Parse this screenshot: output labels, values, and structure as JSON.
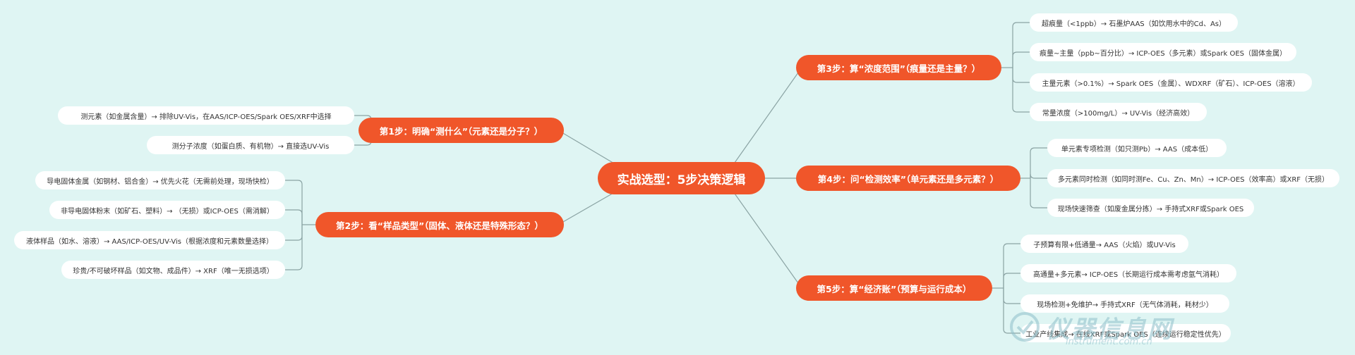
{
  "center": "实战选型：5步决策逻辑",
  "steps": [
    {
      "label": "第1步：明确“测什么”（元素还是分子？）",
      "leaves": [
        "测元素（如金属含量）→ 排除UV-Vis，在AAS/ICP-OES/Spark OES/XRF中选择",
        "测分子浓度（如蛋白质、有机物）→ 直接选UV-Vis"
      ]
    },
    {
      "label": "第2步：看“样品类型”（固体、液体还是特殊形态？）",
      "leaves": [
        "导电固体金属（如钢材、铝合金）→ 优先火花（无需前处理，现场快检）",
        "非导电固体粉末（如矿石、塑料）→ （无损）或ICP-OES（需消解）",
        "液体样品（如水、溶液）→ AAS/ICP-OES/UV-Vis（根据浓度和元素数量选择）",
        "珍贵/不可破坏样品（如文物、成品件）→ XRF（唯一无损选项）"
      ]
    },
    {
      "label": "第3步：算“浓度范围”（痕量还是主量？）",
      "leaves": [
        "超痕量（<1ppb）→ 石墨炉AAS（如饮用水中的Cd、As）",
        "痕量~主量（ppb~百分比）→ ICP-OES（多元素）或Spark OES（固体金属）",
        "主量元素（>0.1%）→ Spark OES（金属）、WDXRF（矿石）、ICP-OES（溶液）",
        "常量浓度（>100mg/L）→ UV-Vis（经济高效）"
      ]
    },
    {
      "label": "第4步：问“检测效率”（单元素还是多元素？）",
      "leaves": [
        "单元素专项检测（如只测Pb）→ AAS（成本低）",
        "多元素同时检测（如同时测Fe、Cu、Zn、Mn）→ ICP-OES（效率高）或XRF（无损）",
        "现场快速筛查（如废金属分拣）→ 手持式XRF或Spark OES"
      ]
    },
    {
      "label": "第5步：算“经济账”（预算与运行成本）",
      "leaves": [
        "子预算有限+低通量→ AAS（火焰）或UV-Vis",
        "高通量+多元素→ ICP-OES（长期运行成本需考虑氩气消耗）",
        "现场检测+免维护→ 手持式XRF（无气体消耗，耗材少）",
        "工业产线集成→ 在线XRF或Spark OES（连续运行稳定性优先）"
      ]
    }
  ],
  "watermark": {
    "text": "仪器信息网",
    "url": "instrument.com.cn"
  },
  "colors": {
    "background": "#dff5f3",
    "accent": "#f0562a",
    "line": "#8aa3a3",
    "leaf_bg": "#ffffff"
  }
}
